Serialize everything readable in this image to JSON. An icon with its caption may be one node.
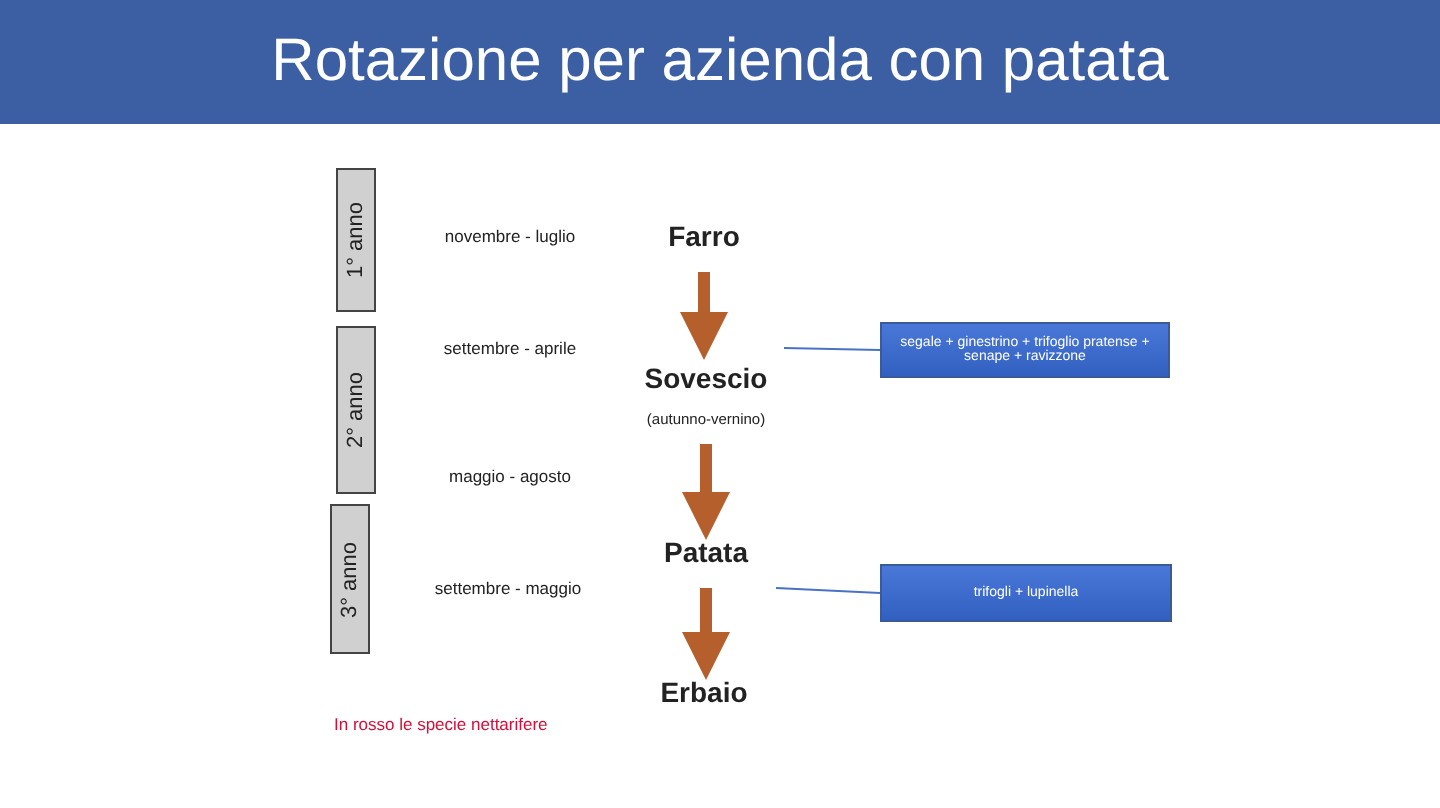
{
  "diagram": {
    "title": "Rotazione per azienda con patata",
    "nodes": [
      {
        "text": [
          "1° anno"
        ]
      },
      {
        "text": [
          "2° anno"
        ]
      },
      {
        "text": [
          "3° anno"
        ]
      },
      {
        "text": [
          "Farro"
        ]
      },
      {
        "text": [
          "Sovescio"
        ],
        "beside": [
          "(autunno-vernino)"
        ]
      },
      {
        "text": [
          "Patata"
        ]
      },
      {
        "text": [
          "Erbaio"
        ]
      },
      {
        "text": [
          "segale + ginestrino + trifoglio pratense + senape + ravizzone"
        ]
      },
      {
        "text": [
          "trifogli + lupinella"
        ]
      }
    ],
    "edges": [
      {
        "from": 3,
        "to": 4,
        "arrow": "to"
      },
      {
        "from": 4,
        "to": 5,
        "arrow": "to"
      },
      {
        "from": 5,
        "to": 6,
        "arrow": "to"
      },
      {
        "from": 4,
        "to": 7,
        "arrow": "none",
        "color": "#4a72c4"
      },
      {
        "from": 5,
        "to": 8,
        "arrow": "none",
        "color": "#4a72c4"
      }
    ],
    "labels": [
      "novembre - luglio",
      "settembre - aprile",
      "maggio - agosto",
      "settembre - maggio",
      "In rosso le specie nettarifere"
    ]
  }
}
